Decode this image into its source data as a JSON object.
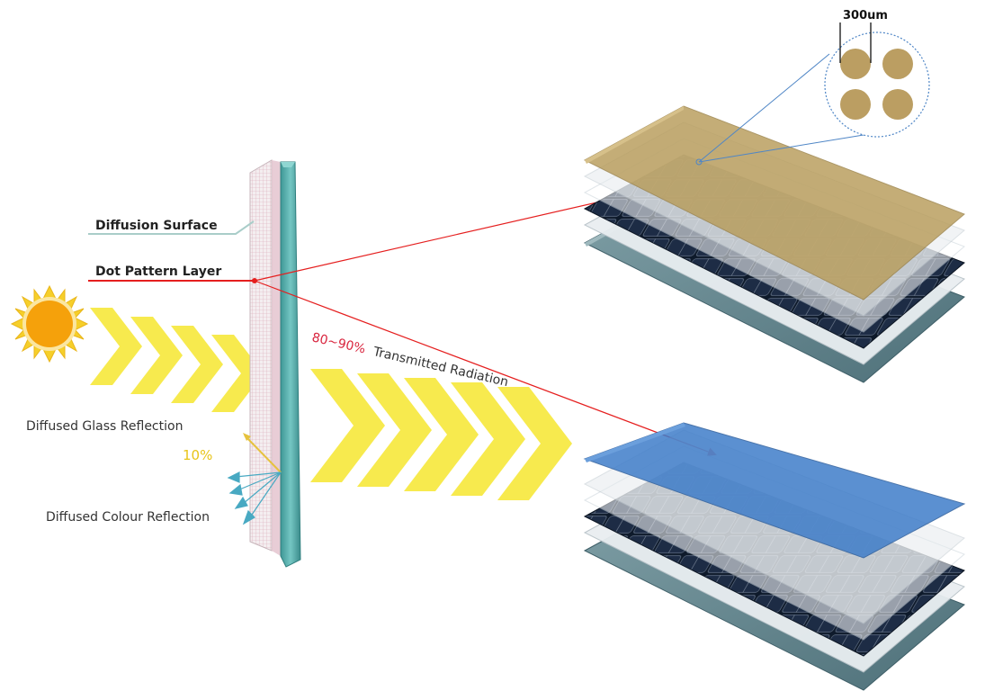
{
  "labels": {
    "diffusion_surface": "Diffusion Surface",
    "dot_pattern_layer": "Dot Pattern Layer",
    "diffused_glass_reflection": "Diffused Glass Reflection",
    "glass_reflection_percent": "10%",
    "diffused_colour_reflection": "Diffused Colour Reflection",
    "transmitted_percent": "80~90%",
    "transmitted_radiation": "Transmitted Radiation",
    "dot_size": "300um"
  },
  "colors": {
    "sun": "#f5a10b",
    "sun_rays": "#f6cf2a",
    "chevrons": "#f7ea4e",
    "glass": "#4fa8a6",
    "pointer_red": "#e51f1f",
    "panel_gold": "#b89c5a",
    "panel_blue": "#3f7dc9",
    "dot_gold": "#bb9e62",
    "zoom_line": "#4f86c6"
  },
  "panels": [
    {
      "name": "gold-colour-panel",
      "top_color": "#b89c5a"
    },
    {
      "name": "blue-colour-panel",
      "top_color": "#3f7dc9"
    }
  ]
}
